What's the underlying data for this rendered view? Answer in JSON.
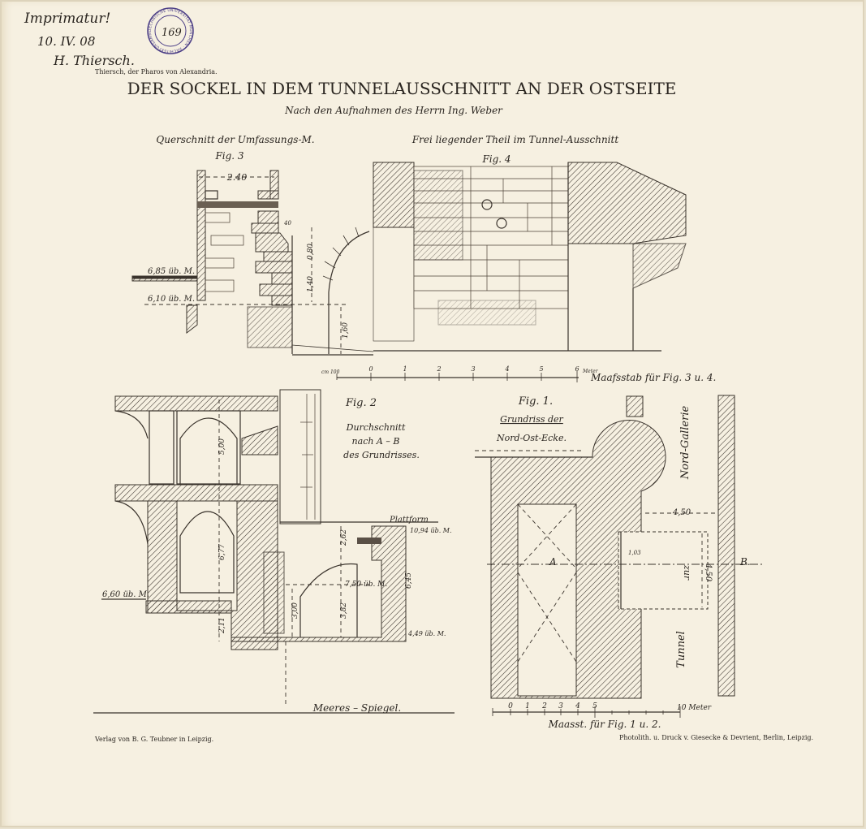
{
  "handwriting": {
    "imprimatur": "Imprimatur!",
    "date": "10. IV. 08",
    "signature": "H. Thiersch."
  },
  "stamp": {
    "number": "169",
    "ring_text": "TECHNISCHE UNIVERSITÄT MÜNCHEN · ARCHITEKTURSAMMLUNG ·",
    "color": "#4b3e86"
  },
  "header": {
    "source": "Thiersch, der Pharos von Alexandria.",
    "title": "DER SOCKEL IN DEM TUNNELAUSSCHNITT AN DER OSTSEITE",
    "subtitle": "Nach den Aufnahmen des Herrn Ing. Weber"
  },
  "fig3": {
    "caption": "Querschnitt der Umfassungs-M.",
    "label": "Fig. 3",
    "width_dim": "2.40",
    "dim_40": "40",
    "dim_080": "0,80",
    "dim_140": "1,40",
    "dim_160": "1,60",
    "level_upper": "6,85 üb. M.",
    "level_lower": "6,10 üb. M."
  },
  "fig4": {
    "caption": "Frei liegender Theil im Tunnel-Ausschnitt",
    "label": "Fig. 4"
  },
  "scale34": {
    "unit_cm": "cm 100",
    "ticks": [
      "0",
      "1",
      "2",
      "3",
      "4",
      "5",
      "6"
    ],
    "unit_m": "Meter",
    "label": "Maafsstab für Fig. 3 u. 4."
  },
  "fig2": {
    "label": "Fig. 2",
    "desc": [
      "Durchschnitt",
      "nach A – B",
      "des Grundrisses."
    ],
    "dim_500": "5,00",
    "dim_677": "6,77",
    "dim_211": "2,11",
    "dim_262": "2,62",
    "dim_300": "3,00",
    "dim_382": "3,82",
    "dim_645": "6,45",
    "level_750": "7,50 üb. M.",
    "level_660": "6,60 üb. M.",
    "level_1094": "10,94 üb. M.",
    "level_449": "4,49 üb. M.",
    "platform": "Plattform",
    "sea_level": "Meeres – Spiegel."
  },
  "fig1": {
    "label": "Fig. 1.",
    "desc_1": "Grundriss der",
    "desc_2": "Nord-Ost-Ecke.",
    "north_gallery": "Nord-Gallerie",
    "tunnel": "Tunnel",
    "zur": "zur",
    "point_a": "A",
    "point_b": "B.",
    "dim_450_h": "4,50",
    "dim_450_v": "4,50",
    "dim_103": "1,03"
  },
  "scale12": {
    "ticks": [
      "0",
      "1",
      "2",
      "3",
      "4",
      "5"
    ],
    "end": "10 Meter",
    "label": "Maasst. für Fig. 1 u. 2."
  },
  "footer": {
    "publisher": "Verlag von B. G. Teubner in Leipzig.",
    "printer": "Photolith. u. Druck v. Giesecke & Devrient, Berlin, Leipzig."
  }
}
